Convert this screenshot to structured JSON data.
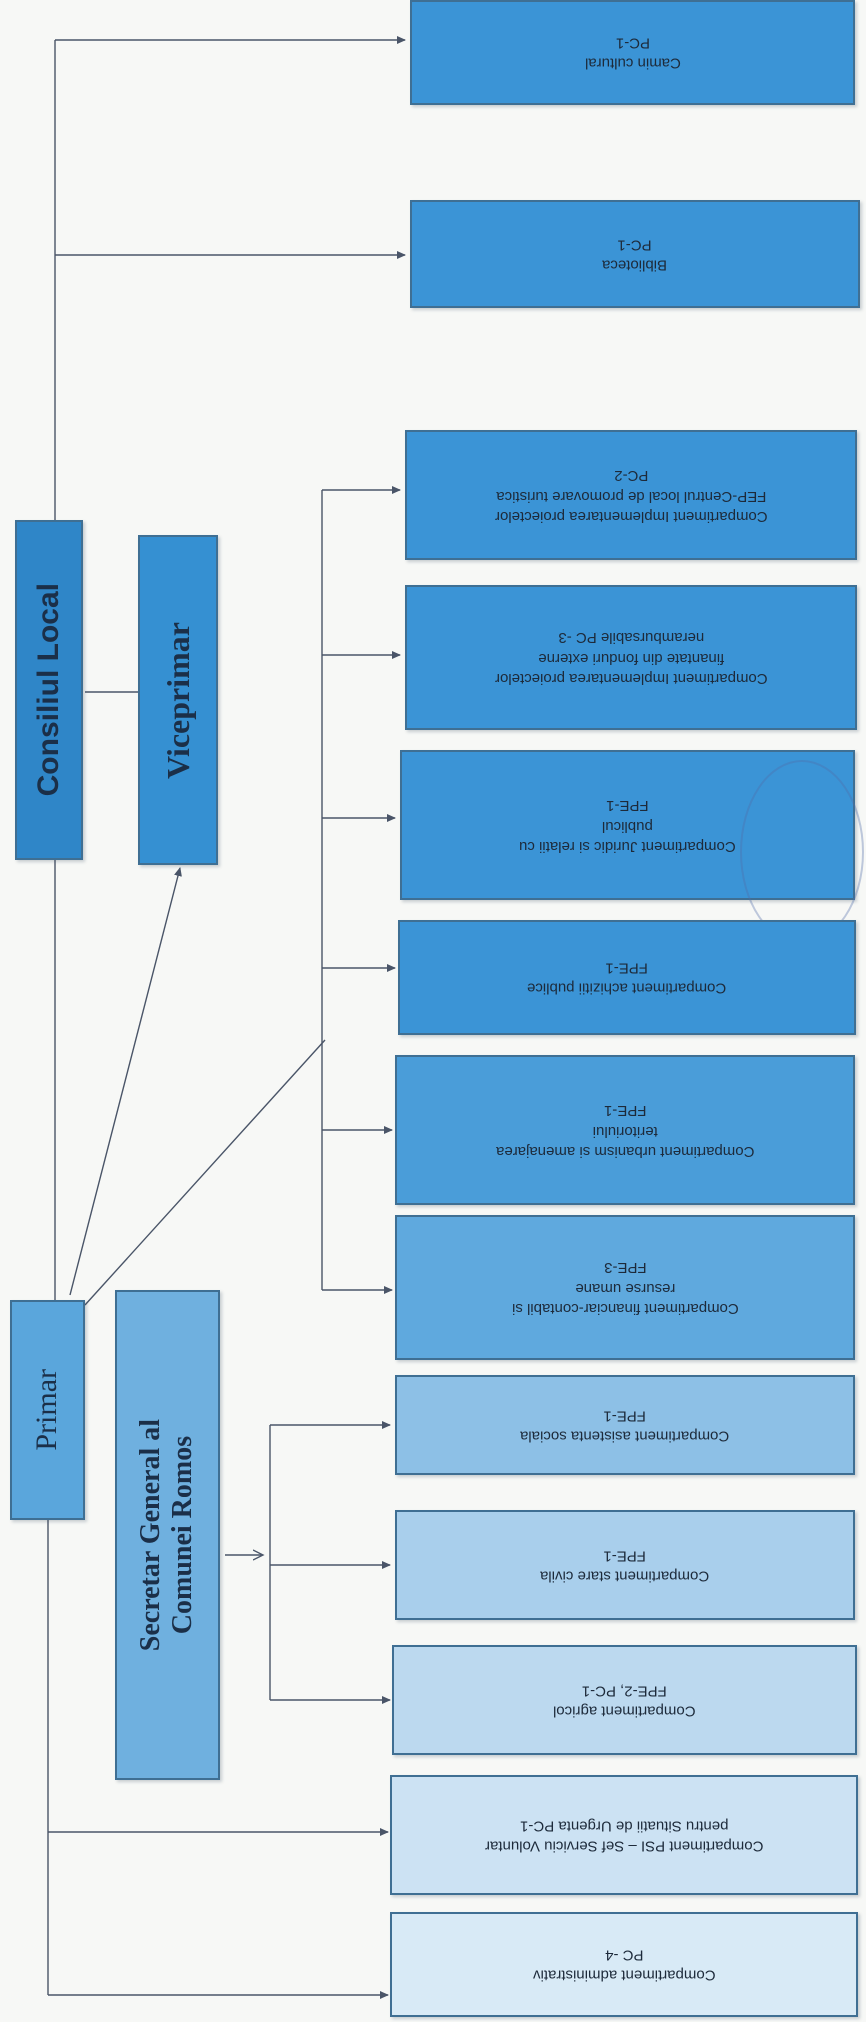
{
  "top": {
    "consiliul": "Consiliul Local",
    "viceprimar": "Viceprimar",
    "primar": "Primar",
    "secretar_line1": "Secretar General al",
    "secretar_line2": "Comunei Romos"
  },
  "departments": [
    {
      "id": "camin",
      "lines": [
        "Camin cultural",
        "PC-1"
      ]
    },
    {
      "id": "biblioteca",
      "lines": [
        "Biblioteca",
        "PC-1"
      ]
    },
    {
      "id": "fep",
      "lines": [
        "Compartiment Implementarea proiectelor",
        "FEP-Centrul local de promovare turistica",
        "PC-2"
      ]
    },
    {
      "id": "fonduri",
      "lines": [
        "Compartiment Implementarea proiectelor",
        "finantate din fonduri externe",
        "nerambursabile PC -3"
      ]
    },
    {
      "id": "juridic",
      "lines": [
        "Compartiment Juridic si relatii cu",
        "publicul",
        "FPE-1"
      ]
    },
    {
      "id": "achizitii",
      "lines": [
        "Compartiment achizitii publice",
        "FPE-1"
      ]
    },
    {
      "id": "urbanism",
      "lines": [
        "Compartiment urbanism si amenajarea",
        "teritoriului",
        "FPE-1"
      ]
    },
    {
      "id": "financiar",
      "lines": [
        "Compartiment financiar-contabil si",
        "resurse umane",
        "FPE-3"
      ]
    },
    {
      "id": "asistenta",
      "lines": [
        "Compartiment asistenta sociala",
        "FPE-1"
      ]
    },
    {
      "id": "stare",
      "lines": [
        "Compartiment stare civila",
        "FPE-1"
      ]
    },
    {
      "id": "agricol",
      "lines": [
        "Compartiment agricol",
        "FPE-2, PC-1"
      ]
    },
    {
      "id": "psi",
      "lines": [
        "Compartiment PSI – Sef Serviciu Voluntar",
        "pentru Situatii de Urgenta PC-1"
      ]
    },
    {
      "id": "administrativ",
      "lines": [
        "Compartiment administrativ",
        "PC -4"
      ]
    }
  ],
  "colors": {
    "consiliul": "#2f86c8",
    "viceprimar": "#3590d2",
    "primar": "#5aa6dc",
    "secretar": "#6fb0df",
    "dark_dept": "#3b94d6",
    "light_dept": "#a9cfec",
    "lightest_dept": "#d3e6f5",
    "line": "#4a5568"
  }
}
